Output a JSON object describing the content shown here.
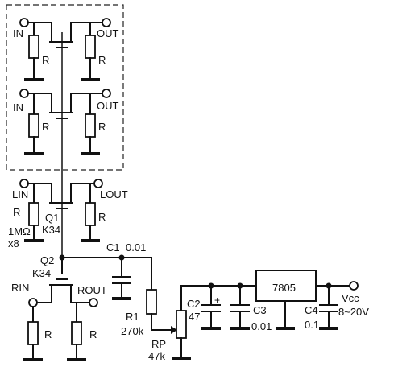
{
  "labels": {
    "in1": "IN",
    "out1": "OUT",
    "r1a": "R",
    "r1b": "R",
    "in2": "IN",
    "out2": "OUT",
    "r2a": "R",
    "r2b": "R",
    "lin": "LIN",
    "lout": "LOUT",
    "rl1": "R",
    "rl2": "R",
    "q1": "Q1",
    "q1_type": "K34",
    "r_spec1": "1MΩ",
    "r_spec2": "x8",
    "q2": "Q2",
    "q2_type": "K34",
    "rin": "RIN",
    "rout": "ROUT",
    "rr1": "R",
    "rr2": "R",
    "c1": "C1",
    "c1_val": "0.01",
    "r1": "R1",
    "r1_val": "270k",
    "rp": "RP",
    "rp_val": "47k",
    "c2": "C2",
    "c2_val": "47",
    "c2_plus": "+",
    "c3": "C3",
    "c3_val": "0.01",
    "c4": "C4",
    "c4_val": "0.1",
    "ic": "7805",
    "vcc": "Vcc",
    "vcc_range": "8~20V"
  }
}
